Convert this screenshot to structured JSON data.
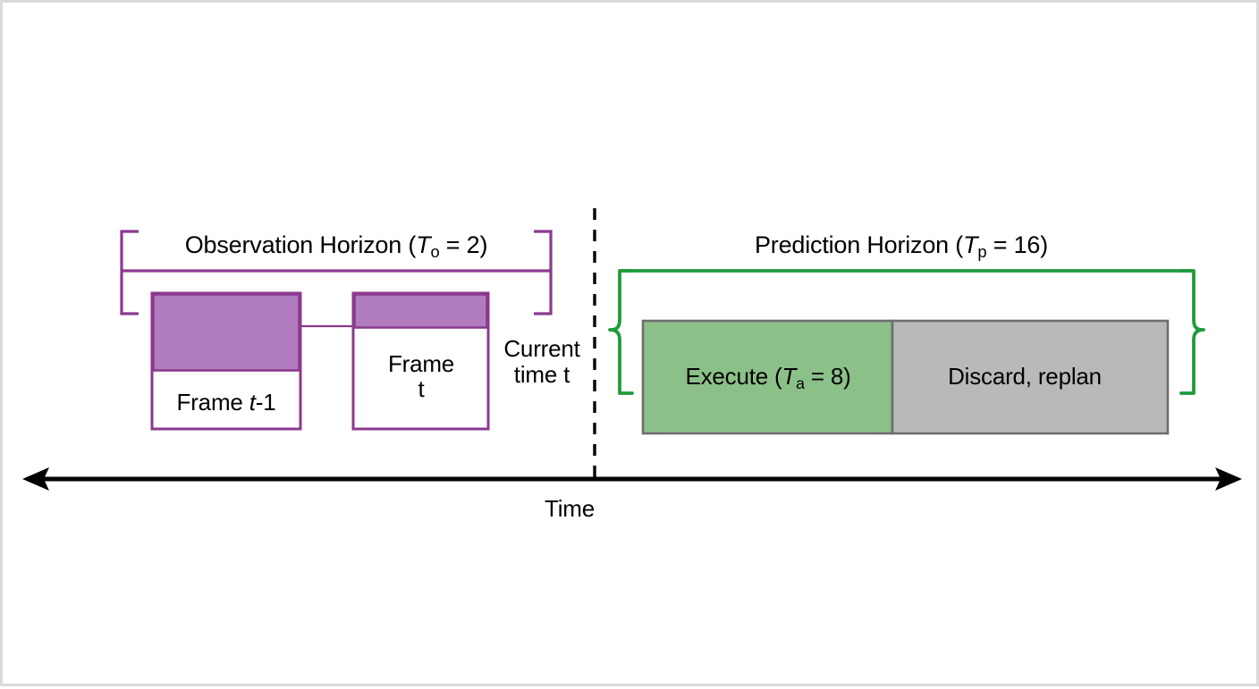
{
  "figure": {
    "title": "Receding horizon planning timeline",
    "background": "#ffffff",
    "border_color": "#d9d9d9"
  },
  "colors": {
    "purple_fill": "#b07cbd",
    "purple_stroke": "#8b3a8f",
    "green_fill": "#8cc089",
    "green_stroke": "#6f9b6d",
    "green_brace": "#1f9b3d",
    "gray_fill": "#b9b9b9",
    "gray_stroke": "#6e6e6e",
    "axis_black": "#000000"
  },
  "observation": {
    "title_prefix": "Observation Horizon (",
    "title_symbol": "T",
    "title_subscript": "o",
    "title_suffix": " = 2)",
    "title_full": "Observation Horizon (To = 2)",
    "bracket_color": "#8b3a8f",
    "frames": [
      {
        "name": "frame-t-minus-1",
        "label_prefix": "Frame ",
        "label_italic": "t",
        "label_suffix": "-1",
        "label_full": "Frame t-1"
      },
      {
        "name": "frame-t",
        "label_line1": "Frame",
        "label_line2": "t",
        "label_full": "Frame t"
      }
    ]
  },
  "current_time": {
    "line1": "Current",
    "line2": "time t",
    "full": "Current time t",
    "divider_style": "dashed"
  },
  "prediction": {
    "title_prefix": "Prediction Horizon (",
    "title_symbol": "T",
    "title_subscript": "p",
    "title_suffix": " = 16)",
    "title_full": "Prediction Horizon (Tp = 16)",
    "brace_color": "#1f9b3d",
    "segments": [
      {
        "name": "execute-segment",
        "label_prefix": "Execute (",
        "label_symbol": "T",
        "label_subscript": "a",
        "label_suffix": " = 8)",
        "label_full": "Execute (Ta = 8)",
        "fill": "#8cc089"
      },
      {
        "name": "discard-segment",
        "label_full": "Discard, replan",
        "fill": "#b9b9b9"
      }
    ]
  },
  "axis": {
    "label": "Time",
    "direction": "bidirectional"
  }
}
